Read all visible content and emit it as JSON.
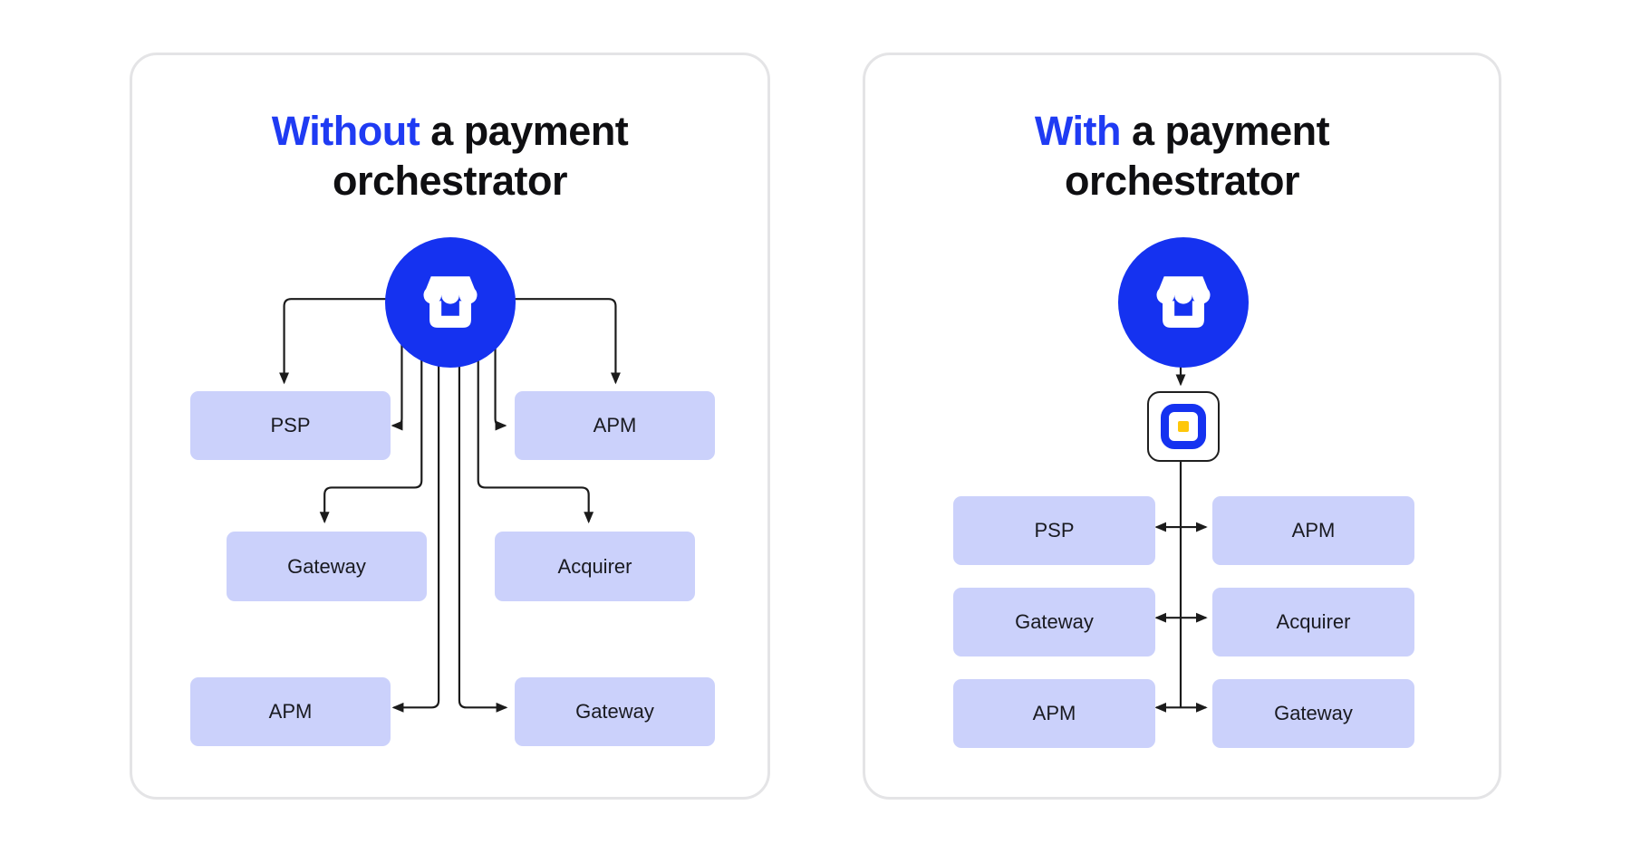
{
  "page": {
    "background": "#ffffff"
  },
  "colors": {
    "accent-blue": "#1532f0",
    "title-blue": "#1f3bf3",
    "box-fill": "#cbd1fb",
    "box-text": "#191a20",
    "title-text": "#0f0f12",
    "line": "#1b1b1b",
    "card-border": "#e4e4e6",
    "card-bg": "#ffffff",
    "logo-yellow": "#fec70a",
    "logo-border": "#1f1f1f"
  },
  "left_panel": {
    "title": {
      "highlight": "Without",
      "rest": " a payment",
      "line2": "orchestrator"
    },
    "merchant_icon": "storefront-icon",
    "boxes": [
      {
        "label": "PSP"
      },
      {
        "label": "APM"
      },
      {
        "label": "Gateway"
      },
      {
        "label": "Acquirer"
      },
      {
        "label": "APM"
      },
      {
        "label": "Gateway"
      }
    ],
    "connections": [
      {
        "from": "merchant",
        "to": "PSP",
        "arrow": "into-top"
      },
      {
        "from": "merchant",
        "to": "APM",
        "arrow": "into-top"
      },
      {
        "from": "merchant",
        "to": "PSP",
        "arrow": "into-right-side"
      },
      {
        "from": "merchant",
        "to": "APM",
        "arrow": "into-left-side"
      },
      {
        "from": "merchant",
        "to": "Gateway",
        "arrow": "into-top"
      },
      {
        "from": "merchant",
        "to": "Acquirer",
        "arrow": "into-top"
      },
      {
        "from": "merchant",
        "to": "APM (bottom)",
        "arrow": "into-right-side"
      },
      {
        "from": "merchant",
        "to": "Gateway (bottom)",
        "arrow": "into-left-side"
      }
    ]
  },
  "right_panel": {
    "title": {
      "highlight": "With",
      "rest": " a payment",
      "line2": "orchestrator"
    },
    "merchant_icon": "storefront-icon",
    "orchestrator_icon": "payment-orchestrator-logo",
    "boxes": [
      {
        "label": "PSP"
      },
      {
        "label": "APM"
      },
      {
        "label": "Gateway"
      },
      {
        "label": "Acquirer"
      },
      {
        "label": "APM"
      },
      {
        "label": "Gateway"
      }
    ],
    "connections": [
      {
        "from": "merchant",
        "to": "orchestrator",
        "arrow": "down"
      },
      {
        "from": "orchestrator",
        "to": "PSP + APM",
        "arrow": "bidirectional"
      },
      {
        "from": "orchestrator",
        "to": "Gateway + Acquirer",
        "arrow": "bidirectional"
      },
      {
        "from": "orchestrator",
        "to": "APM + Gateway",
        "arrow": "bidirectional"
      }
    ]
  }
}
